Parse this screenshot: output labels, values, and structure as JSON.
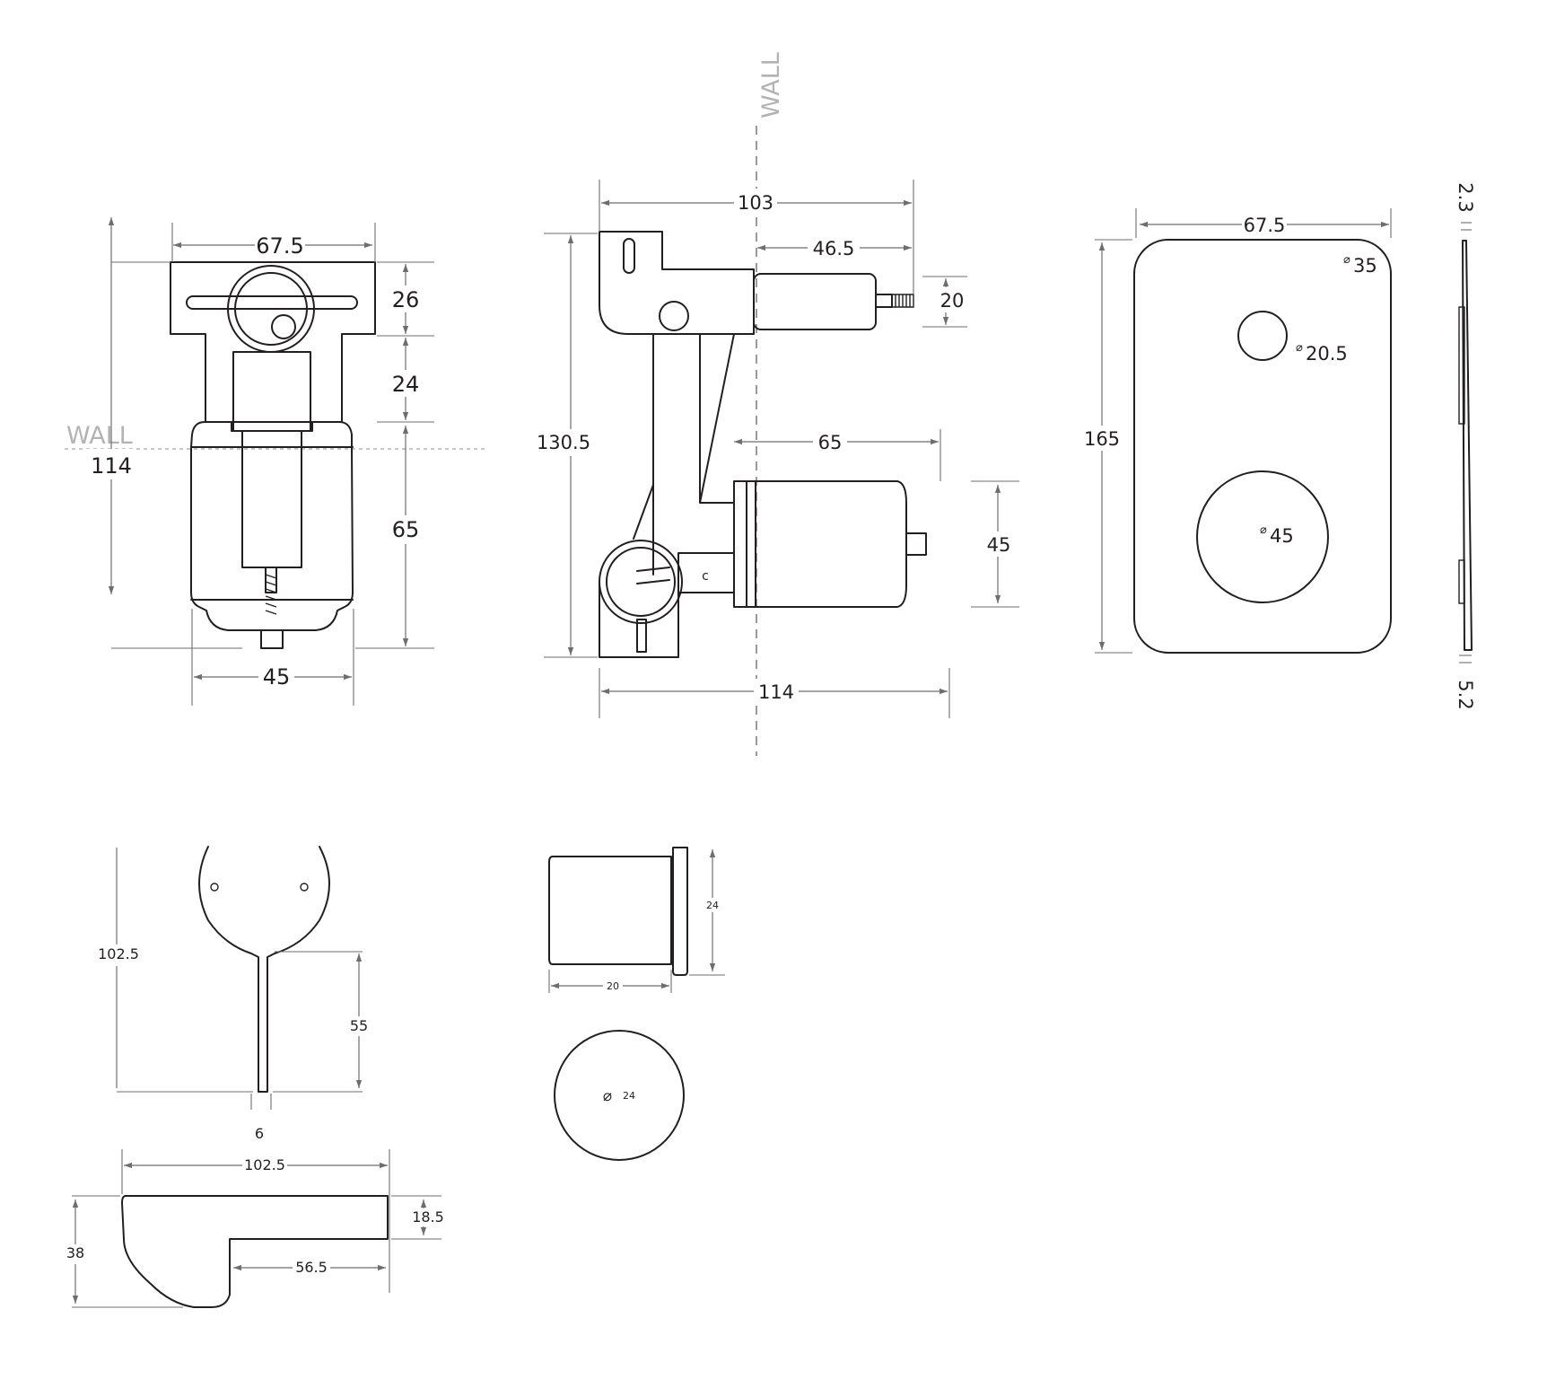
{
  "labels": {
    "wall_front": "WALL",
    "wall_side": "WALL"
  },
  "dimensions": {
    "front_view": {
      "width_top": "67.5",
      "height_total": "114",
      "bracket_height": "26",
      "neck_height": "24",
      "body_height": "65",
      "width_bottom": "45"
    },
    "side_view": {
      "overall_top": "103",
      "spindle_length": "46.5",
      "spindle_diameter": "20",
      "overall_height": "130.5",
      "cartridge_length": "65",
      "cartridge_diameter": "45",
      "overall_bottom": "114"
    },
    "cover_plate": {
      "width": "67.5",
      "height": "165",
      "corner_radius": "35",
      "small_hole": "20.5",
      "large_hole": "45",
      "thickness_top": "2.3",
      "thickness_bottom": "5.2"
    },
    "handle_front": {
      "total_height": "102.5",
      "lever_length": "55",
      "lever_width": "6"
    },
    "handle_side": {
      "length": "102.5",
      "height": "38",
      "tip_height": "18.5",
      "lever_reach": "56.5"
    },
    "button_side": {
      "depth": "20",
      "height": "24"
    },
    "button_front": {
      "diameter": "24"
    }
  },
  "symbols": {
    "diameter": "⌀"
  }
}
